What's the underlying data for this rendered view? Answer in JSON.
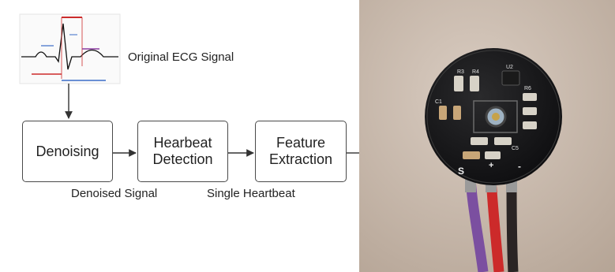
{
  "diagram": {
    "source_label": "Original ECG Signal",
    "steps": [
      {
        "id": "denoising",
        "label": "Denoising"
      },
      {
        "id": "heartbeat-detection",
        "label": "Hearbeat\nDetection"
      },
      {
        "id": "feature-extraction",
        "label": "Feature\nExtraction"
      }
    ],
    "edge_labels": {
      "denoised": "Denoised Signal",
      "single": "Single Heartbeat"
    }
  },
  "photo": {
    "board_labels": [
      "R3",
      "R4",
      "U2",
      "R6",
      "C1",
      "C5",
      "S",
      "+",
      "-"
    ],
    "wire_colors": [
      "#7b4fa0",
      "#cc2a2a",
      "#2a2424"
    ]
  },
  "colors": {
    "ecg_red": "#cc2b2b",
    "ecg_blue": "#3a6cc8",
    "ecg_purple": "#8a3aa0",
    "wall": "#c9b9ac"
  }
}
